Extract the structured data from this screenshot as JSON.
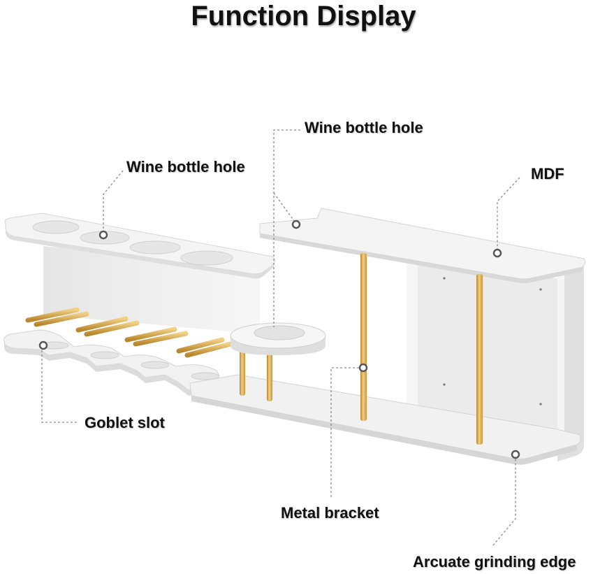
{
  "title": "Function Display",
  "labels": {
    "wine_bottle_hole_left": "Wine bottle hole",
    "wine_bottle_hole_top": "Wine bottle hole",
    "mdf": "MDF",
    "goblet_slot": "Goblet slot",
    "metal_bracket": "Metal bracket",
    "arcuate_grinding_edge": "Arcuate grinding edge"
  },
  "colors": {
    "panel": "#f3f3f3",
    "panel_shade": "#e2e2e2",
    "panel_edge": "#cfcfcf",
    "brass": "#d9a84a",
    "brass_light": "#f1cf84",
    "leader": "#8a8a8a"
  }
}
